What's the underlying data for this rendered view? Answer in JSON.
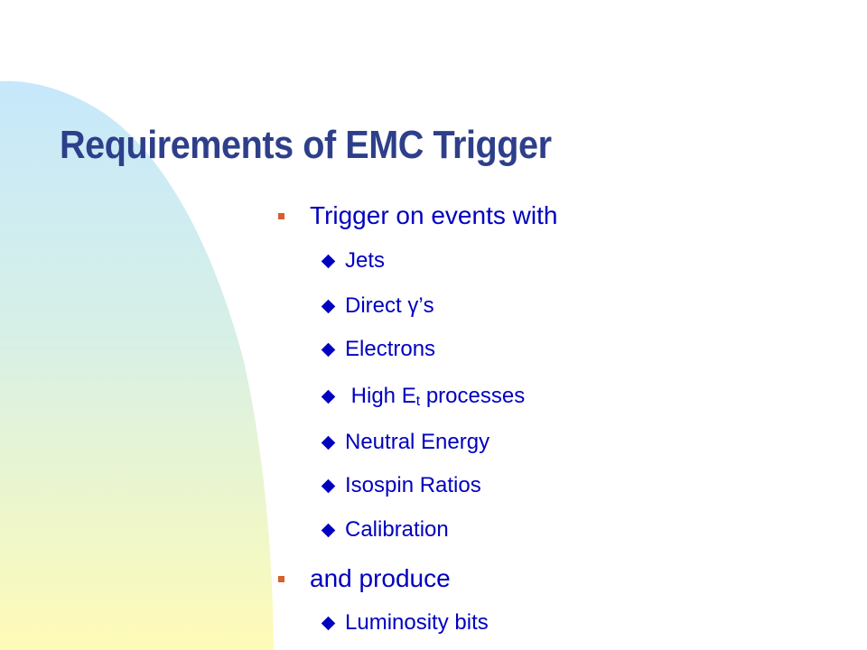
{
  "colors": {
    "title": "#2e3f8a",
    "text": "#0000c0",
    "level1_bullet": "#d4612e",
    "gradient_top": "#c6e8fb",
    "gradient_bottom": "#fffbb7"
  },
  "slide": {
    "title": "Requirements of EMC Trigger",
    "bullets": [
      {
        "text": "Trigger on events with",
        "subitems": [
          {
            "text": "Jets"
          },
          {
            "text": "Direct γ’s"
          },
          {
            "pre": " High E",
            "sub": "t",
            "post": " processes"
          },
          {
            "text": "Neutral Energy"
          },
          {
            "text": "Isospin Ratios"
          },
          {
            "text": "Calibration"
          }
        ]
      },
      {
        "text": "and produce",
        "subitems": [
          {
            "text": "Luminosity bits"
          }
        ]
      }
    ],
    "electrons": "Electrons"
  }
}
